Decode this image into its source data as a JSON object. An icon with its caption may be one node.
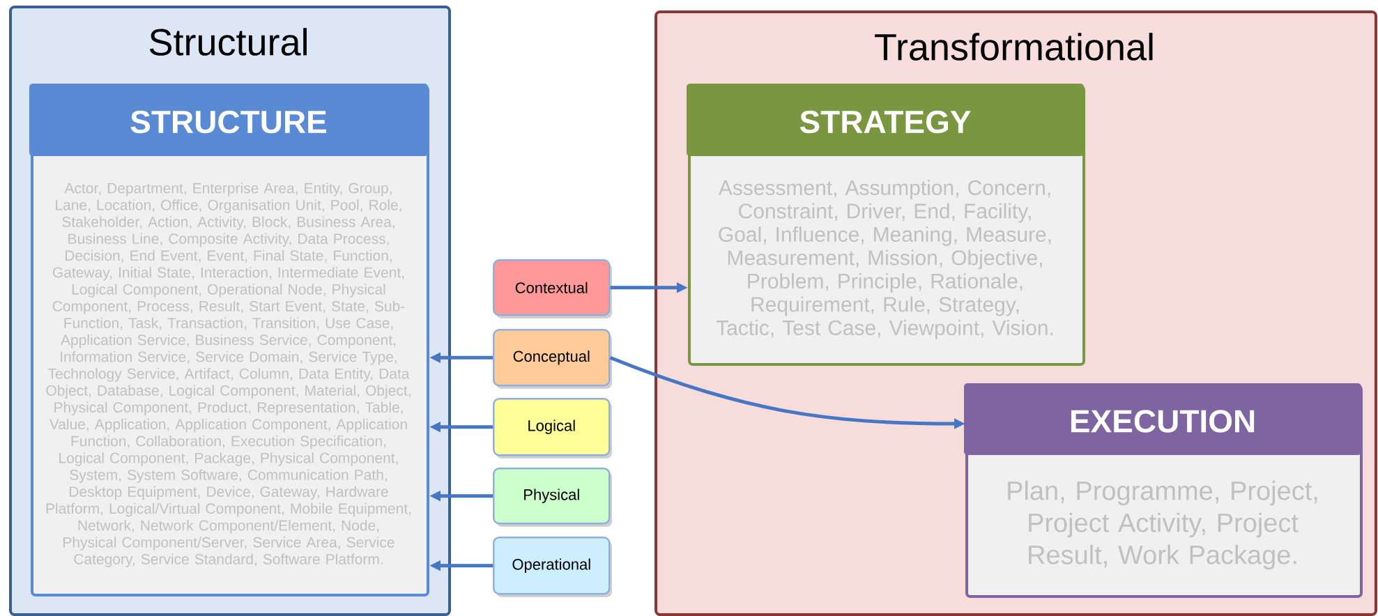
{
  "diagram": {
    "nodes": [
      {
        "text": [
          "Structural"
        ]
      },
      {
        "text": [
          "STRUCTURE",
          "Actor, Department, Enterprise Area, Entity, Group, Lane, Location, Office, Organisation Unit, Pool, Role, Stakeholder, Action, Activity, Block, Business Area, Business Line, Composite Activity, Data Process, Decision, End Event, Event, Final State, Function, Gateway, Initial State, Interaction, Intermediate Event, Logical Component, Operational Node, Physical Component, Process, Result, Start Event, State, Sub-Function, Task, Transaction, Transition, Use Case, Application Service, Business Service, Component, Information Service, Service Domain, Service Type, Technology Service, Artifact, Column, Data Entity, Data Object, Database, Logical Component, Material, Object, Physical Component, Product, Representation, Table, Value, Application, Application Component, Application Function, Collaboration, Execution Specification, Logical Component, Package, Physical Component, System, System Software, Communication Path, Desktop Equipment, Device, Gateway, Hardware Platform, Logical/Virtual Component, Mobile Equipment, Network, Network Component/Element, Node, Physical Component/Server, Service Area, Service Category, Service Standard, Software Platform."
        ],
        "in": 0
      },
      {
        "text": [
          "Transformational"
        ]
      },
      {
        "text": [
          "STRATEGY",
          "Assessment, Assumption, Concern, Constraint, Driver, End, Facility, Goal, Influence, Meaning, Measure, Measurement, Mission, Objective, Problem, Principle, Rationale, Requirement, Rule, Strategy, Tactic, Test Case, Viewpoint, Vision."
        ],
        "in": 2
      },
      {
        "text": [
          "EXECUTION",
          "Plan, Programme, Project, Project Activity, Project Result, Work Package."
        ],
        "in": 2
      },
      {
        "text": [
          "Contextual"
        ]
      },
      {
        "text": [
          "Conceptual"
        ]
      },
      {
        "text": [
          "Logical"
        ]
      },
      {
        "text": [
          "Physical"
        ]
      },
      {
        "text": [
          "Operational"
        ]
      }
    ],
    "edges": [
      {
        "from": 5,
        "to": 3,
        "arrow": "to"
      },
      {
        "from": 6,
        "to": 1,
        "arrow": "to"
      },
      {
        "from": 6,
        "to": 4,
        "arrow": "to"
      },
      {
        "from": 7,
        "to": 1,
        "arrow": "to"
      },
      {
        "from": 8,
        "to": 1,
        "arrow": "to"
      },
      {
        "from": 9,
        "to": 1,
        "arrow": "to"
      }
    ]
  }
}
